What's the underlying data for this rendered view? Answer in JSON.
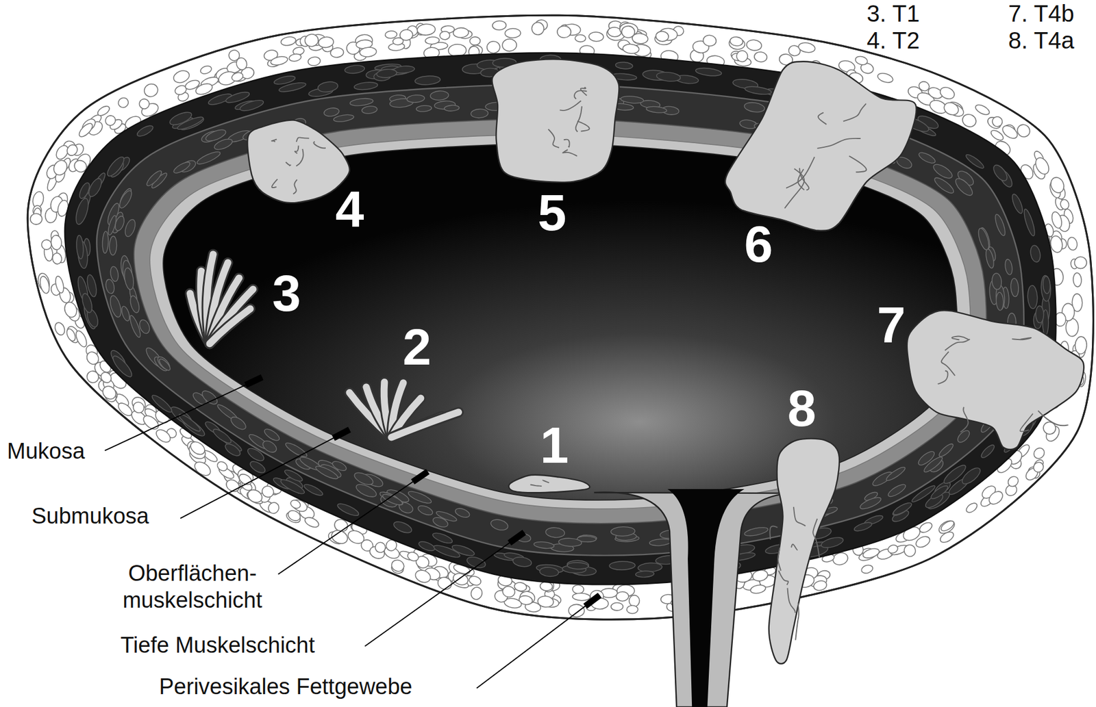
{
  "diagram": {
    "labels": [
      "3. T1",
      "4. T2",
      "7. T4b",
      "8. T4a",
      "1",
      "2",
      "3",
      "4",
      "5",
      "6",
      "7",
      "8",
      "Mukosa",
      "Submukosa",
      "Oberflächen- muskelschicht",
      "Tiefe Muskelschicht",
      "Perivesikales Fettgewebe"
    ]
  }
}
